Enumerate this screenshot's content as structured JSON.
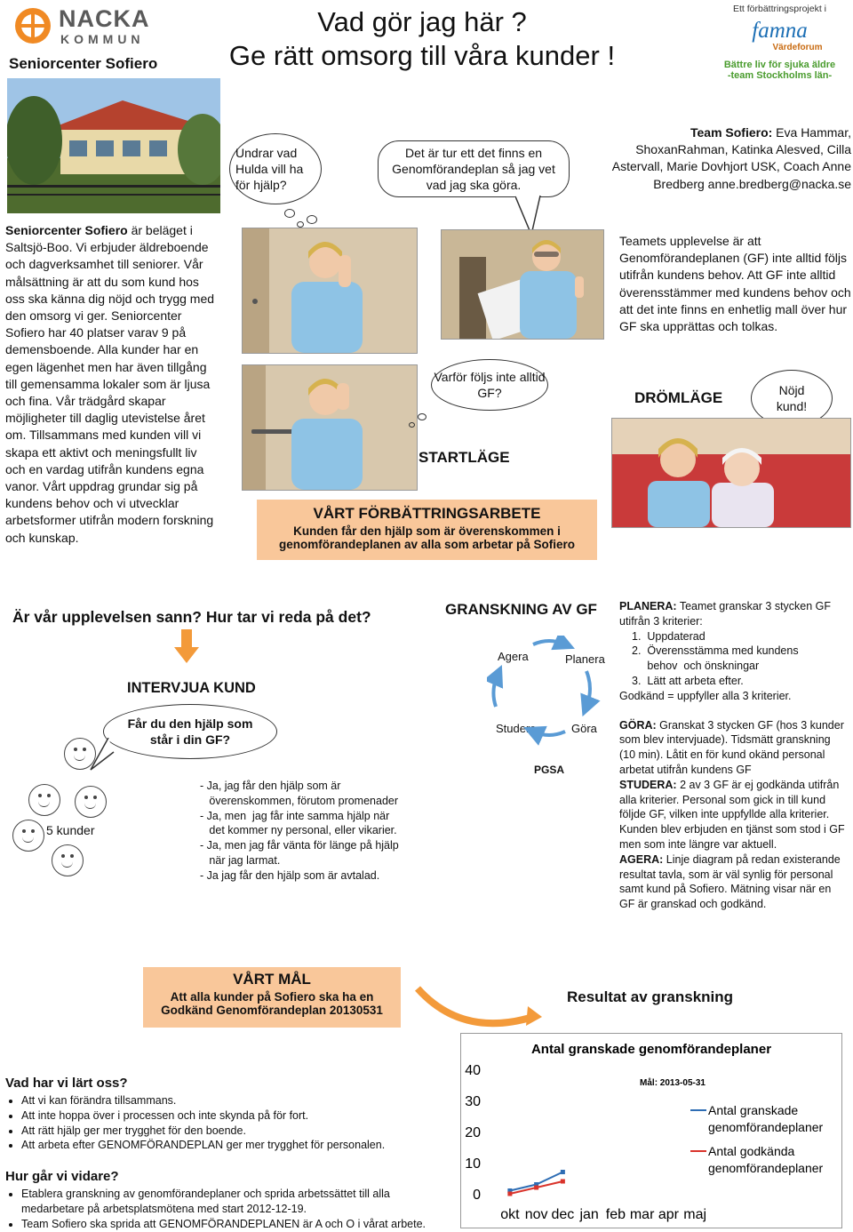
{
  "header": {
    "org_name": "NACKA",
    "org_sub": "KOMMUN",
    "center_name": "Seniorcenter Sofiero",
    "title_line1": "Vad gör jag här ?",
    "title_line2": "Ge rätt omsorg till våra kunder !",
    "project_label": "Ett förbättringsprojekt i",
    "famna_name": "famna",
    "famna_sub": "Värdeforum",
    "famna_tagline1": "Bättre liv för sjuka äldre",
    "famna_tagline2": "-team Stockholms län-"
  },
  "bubbles": {
    "hulda": "Undrar vad Hulda vill ha för hjälp?",
    "plan": "Det är tur ett det finns en Genomförandeplan så jag vet vad jag ska göra.",
    "why": "Varför följs inte alltid GF?",
    "happy": "Nöjd kund!",
    "interview_q": "Får du den hjälp som står i din GF?"
  },
  "team": {
    "label": "Team Sofiero:",
    "text": " Eva Hammar, ShoxanRahman, Katinka Alesved, Cilla Astervall, Marie Dovhjort USK, Coach Anne Bredberg anne.bredberg@nacka.se"
  },
  "intro": {
    "name": "Seniorcenter Sofiero",
    "text": " är beläget i Saltsjö-Boo. Vi erbjuder äldreboende och dagverksamhet till seniorer. Vår målsättning är att du som kund hos oss ska känna dig nöjd och trygg med den omsorg vi ger. Seniorcenter Sofiero har 40 platser varav 9 på demensboende. Alla kunder har en egen lägenhet men har även tillgång till gemensamma lokaler som är ljusa och fina. Vår trädgård skapar möjligheter till daglig utevistelse året om. Tillsammans med kunden vill vi skapa ett aktivt och meningsfullt liv och en vardag utifrån kundens egna vanor. Vårt uppdrag grundar sig på kundens behov och vi utvecklar arbetsformer utifrån modern forskning och kunskap."
  },
  "experience": "Teamets upplevelse är att Genomförandeplanen (GF) inte alltid följs utifrån kundens behov. Att GF inte alltid överensstämmer med kundens behov och att det inte finns en enhetlig mall över hur GF ska upprättas och tolkas.",
  "labels": {
    "startlage": "STARTLÄGE",
    "dromlage": "DRÖMLÄGE",
    "question": "Är vår upplevelsen sann? Hur tar vi reda på det?",
    "interview": "INTERVJUA KUND",
    "five_customers": "5 kunder",
    "granskning": "GRANSKNING AV GF",
    "pgsa_agera": "Agera",
    "pgsa_planera": "Planera",
    "pgsa_studera": "Studera",
    "pgsa_gora": "Göra",
    "pgsa_center": "PGSA",
    "result_heading": "Resultat av granskning"
  },
  "improvement": {
    "title": "VÅRT FÖRBÄTTRINGSARBETE",
    "line1": "Kunden får den hjälp som är överenskommen i",
    "line2": "genomförandeplanen av alla som arbetar på Sofiero"
  },
  "answers": [
    "- Ja, jag får den hjälp som är",
    "   överenskommen, förutom promenader",
    "- Ja, men  jag får inte samma hjälp när",
    "   det kommer ny personal, eller vikarier.",
    "- Ja, men jag får vänta för länge på hjälp",
    "   när jag larmat.",
    "- Ja jag får den hjälp som är avtalad."
  ],
  "review": {
    "planera_label": "PLANERA:",
    "planera_text": " Teamet granskar 3 stycken GF utifrån 3 kriterier:",
    "criteria": [
      "1.  Uppdaterad",
      "2.  Överensstämma med kundens",
      "     behov  och önskningar",
      "3.  Lätt att arbeta efter."
    ],
    "approved": "Godkänd = uppfyller alla 3 kriterier.",
    "gora_label": "GÖRA:",
    "gora_text": " Granskat 3 stycken GF (hos 3 kunder som blev intervjuade). Tidsmätt granskning (10 min). Låtit en för kund okänd personal arbetat utifrån kundens GF",
    "studera_label": "STUDERA:",
    "studera_text": " 2 av 3 GF är ej godkända utifrån alla kriterier. Personal som gick in till kund följde GF, vilken inte uppfyllde alla kriterier. Kunden blev erbjuden  en tjänst som stod i GF men som inte längre var aktuell.",
    "agera_label": "AGERA:",
    "agera_text": " Linje diagram på redan existerande resultat tavla, som är väl synlig för personal samt kund på Sofiero. Mätning visar när en GF är granskad och godkänd."
  },
  "goal": {
    "title": "VÅRT MÅL",
    "line1": "Att alla kunder på Sofiero ska ha en",
    "line2": "Godkänd Genomförandeplan 20130531"
  },
  "learned": {
    "title": "Vad har vi lärt oss?",
    "items": [
      "Att vi kan förändra tillsammans.",
      "Att inte hoppa över i processen och inte skynda på för fort.",
      "Att rätt hjälp ger mer trygghet för den boende.",
      "Att arbeta efter GENOMFÖRANDEPLAN ger mer trygghet för personalen."
    ]
  },
  "next": {
    "title": "Hur går vi vidare?",
    "items": [
      "Etablera granskning av genomförandeplaner och sprida arbetssättet till alla medarbetare på arbetsplatsmötena med start 2012-12-19.",
      "Team Sofiero ska sprida att GENOMFÖRANDEPLANEN är A och O i vårat arbete."
    ]
  },
  "colors": {
    "banner": "#f9c79a",
    "blue": "#2e6db4",
    "red": "#d9332b",
    "arrow": "#f39a3a",
    "famna": "#1c6fb5",
    "famna_tag": "#4a9c2e"
  },
  "chart_data": {
    "type": "line",
    "title": "Antal granskade genomförandeplaner",
    "annotation": "Mål: 2013-05-31",
    "categories": [
      "okt",
      "nov",
      "dec",
      "jan",
      "feb",
      "mar",
      "apr",
      "maj"
    ],
    "ylim": [
      0,
      40
    ],
    "yticks": [
      0,
      10,
      20,
      30,
      40
    ],
    "grid": false,
    "legend": "right",
    "series": [
      {
        "name": "Antal granskade genomförandeplaner",
        "color": "#2e6db4",
        "values": [
          1,
          3,
          7
        ]
      },
      {
        "name": "Antal godkända genomförandeplaner",
        "color": "#d9332b",
        "values": [
          0,
          2,
          4
        ]
      }
    ]
  }
}
